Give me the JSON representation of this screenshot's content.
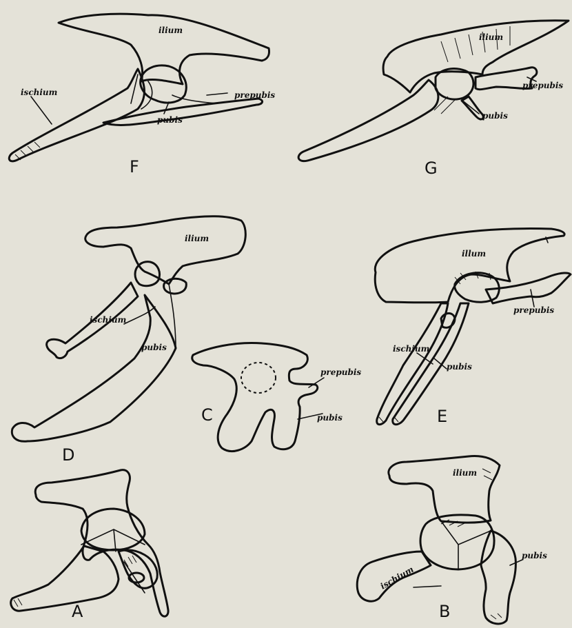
{
  "figures": {
    "F": {
      "letter": "F",
      "labels": {
        "ilium": "ilium",
        "prepubis": "prepubis",
        "ischium": "ischium",
        "pubis": "pubis"
      }
    },
    "G": {
      "letter": "G",
      "labels": {
        "ilium": "ilium",
        "prepubis": "prepubis",
        "pubis": "pubis"
      }
    },
    "D": {
      "letter": "D",
      "labels": {
        "ilium": "ilium",
        "ischium": "ischium",
        "pubis": "pubis"
      }
    },
    "E": {
      "letter": "E",
      "labels": {
        "ilium": "illum",
        "prepubis": "prepubis",
        "ischium": "ischium",
        "pubis": "pubis"
      }
    },
    "C": {
      "letter": "C",
      "labels": {
        "prepubis": "prepubis",
        "pubis": "pubis"
      }
    },
    "A": {
      "letter": "A",
      "labels": {}
    },
    "B": {
      "letter": "B",
      "labels": {
        "ilium": "ilium",
        "ischium": "ischium",
        "pubis": "pubis"
      }
    }
  }
}
